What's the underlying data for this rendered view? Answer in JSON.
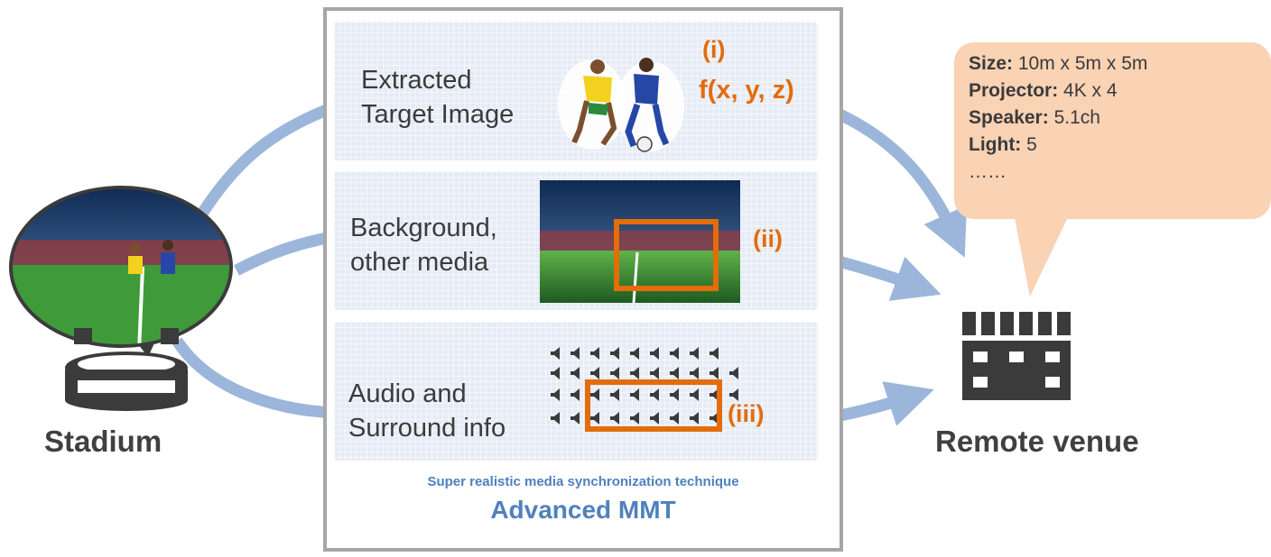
{
  "stadium": {
    "label": "Stadium"
  },
  "remote": {
    "label": "Remote venue"
  },
  "rows": [
    {
      "label": "Extracted\nTarget Image",
      "marker": "(i)",
      "formula": "f(x, y, z)"
    },
    {
      "label": "Background,\nother media",
      "marker": "(ii)"
    },
    {
      "label": "Audio and\nSurround info",
      "marker": "(iii)"
    }
  ],
  "specs": [
    {
      "key": "Size:",
      "value": "10m x 5m x 5m"
    },
    {
      "key": "Projector:",
      "value": "4K x 4"
    },
    {
      "key": "Speaker:",
      "value": "5.1ch"
    },
    {
      "key": "Light:",
      "value": "5"
    }
  ],
  "specs_more": "……",
  "footer": {
    "subtitle": "Super realistic media synchronization technique",
    "title": "Advanced MMT"
  },
  "colors": {
    "arrow": "#9bb6da",
    "accent": "#e46c0a",
    "title_blue": "#4f81bd",
    "bubble": "#fad2b4"
  }
}
